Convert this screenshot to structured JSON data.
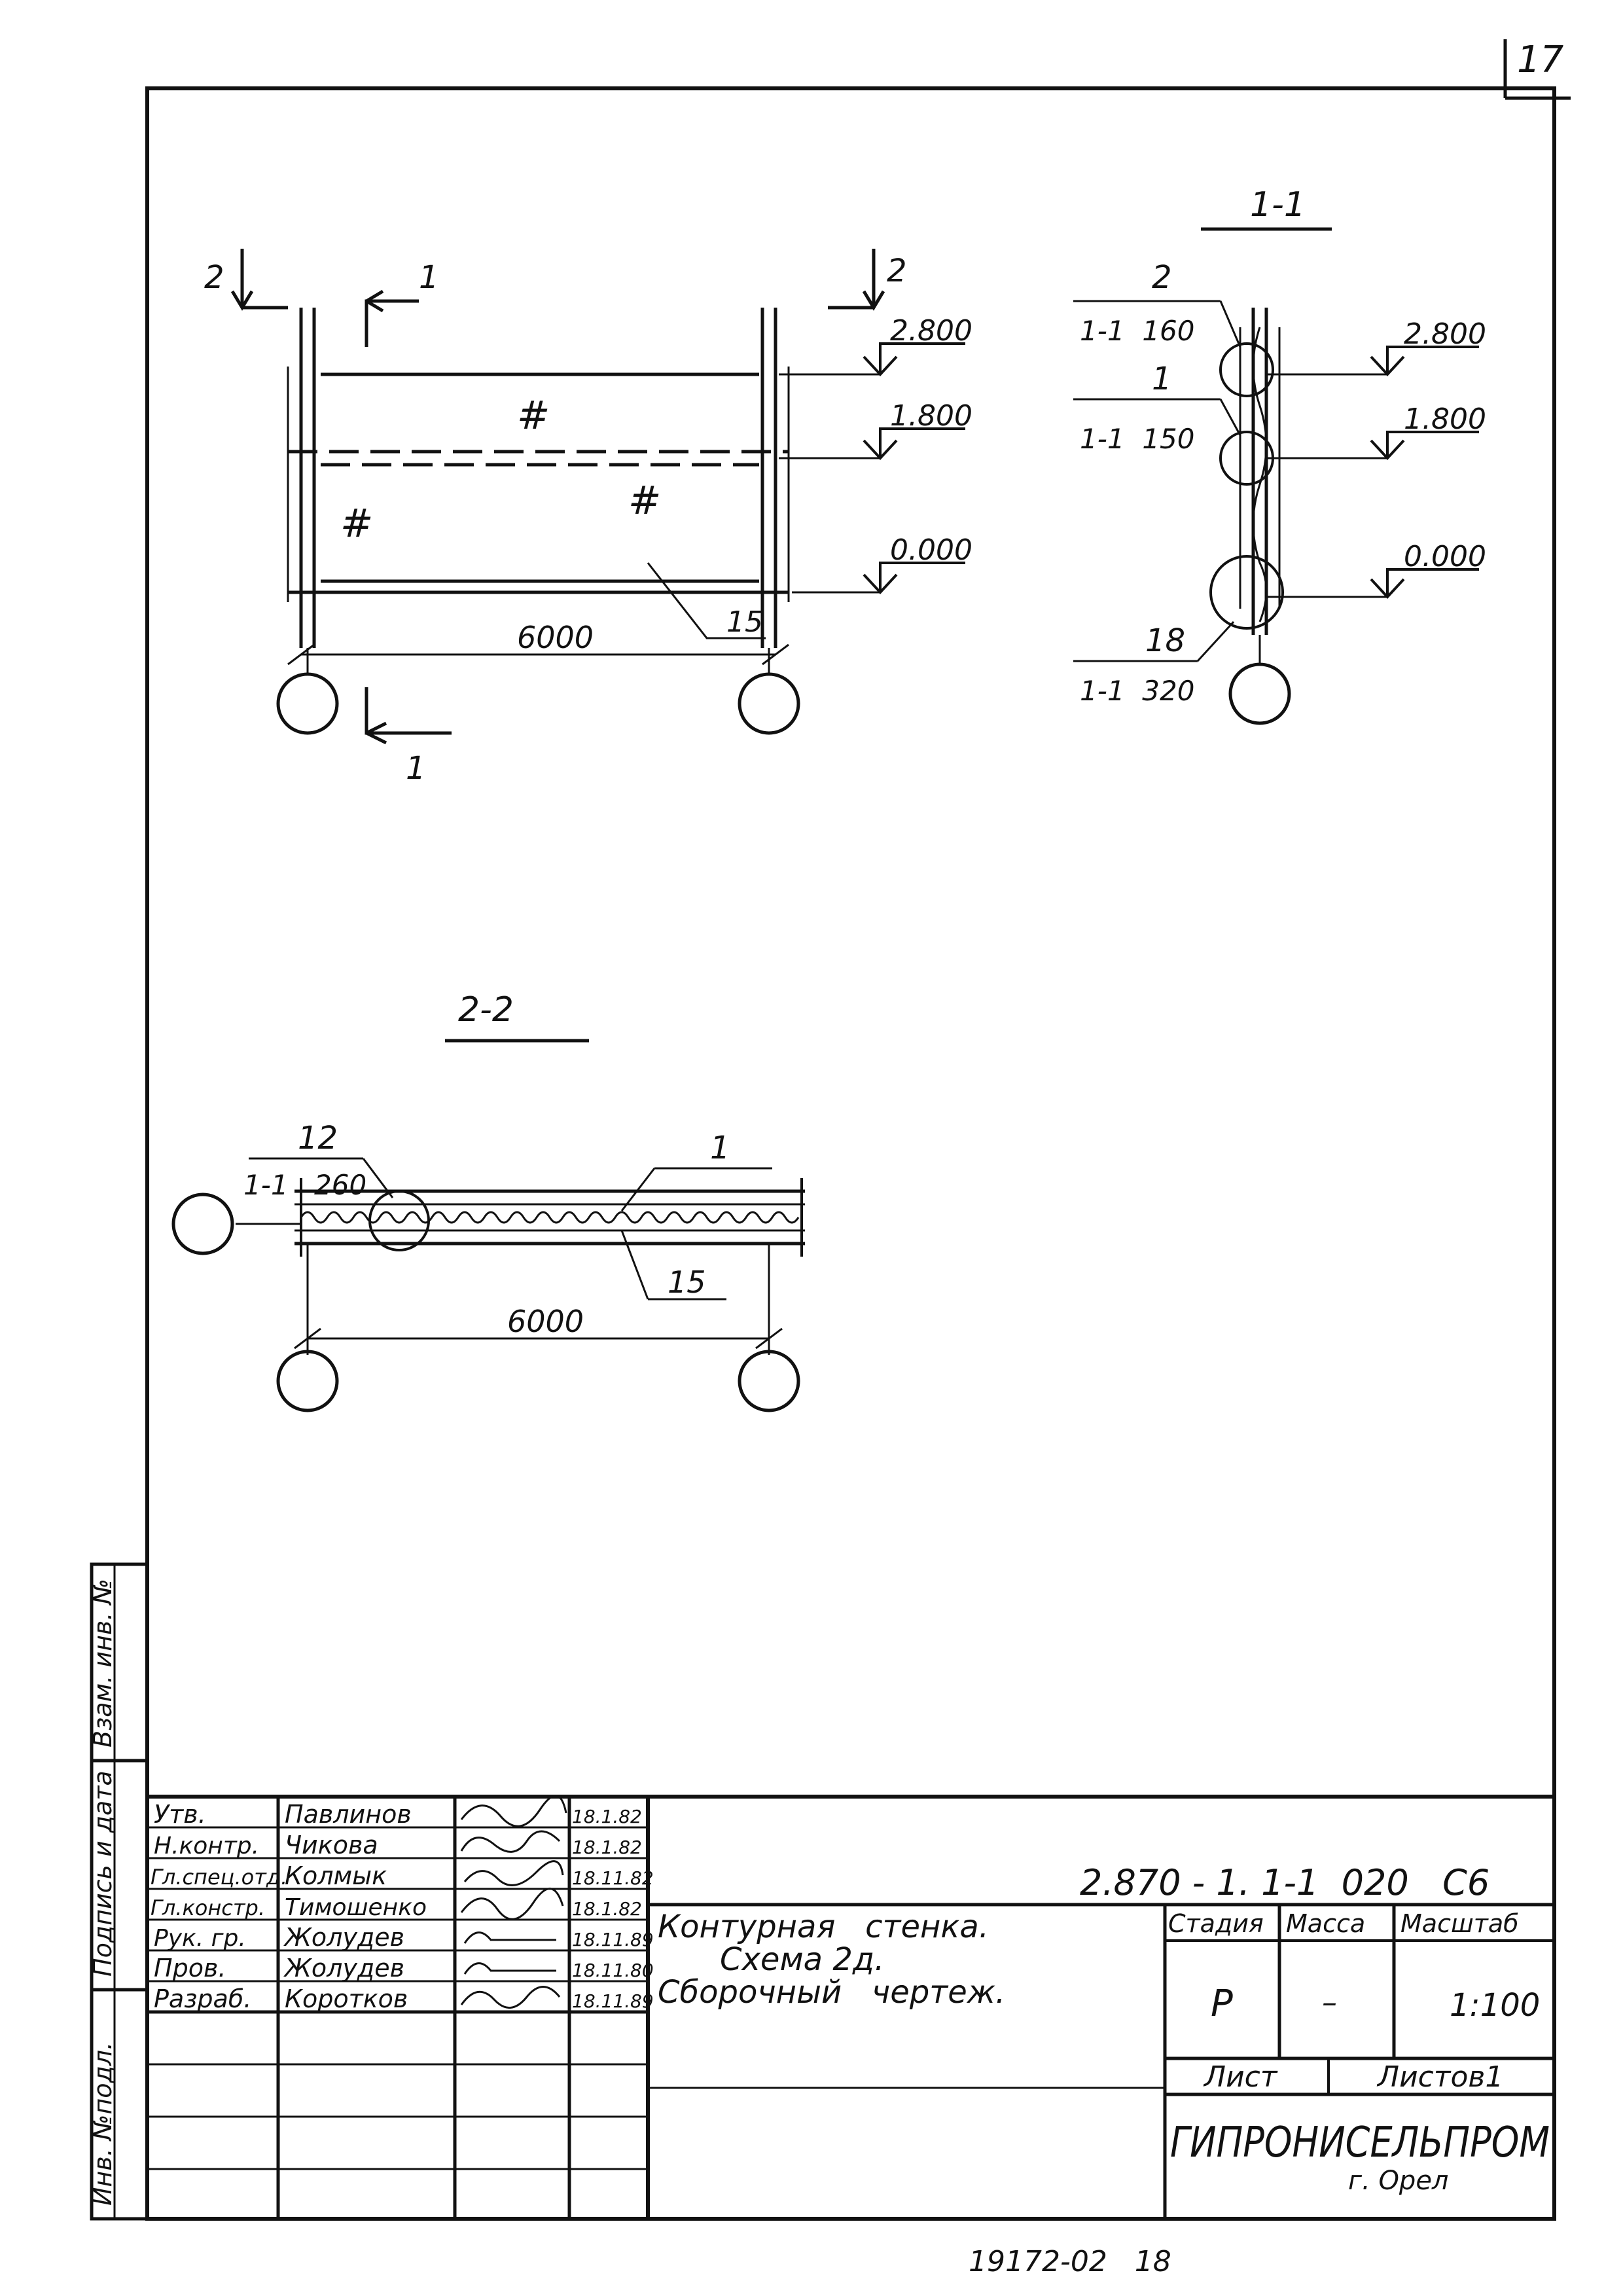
{
  "page_number": "17",
  "section_labels": {
    "s11": "1-1",
    "s22": "2-2"
  },
  "section_markers": {
    "cut2": "2",
    "cut1": "1"
  },
  "elevation_view": {
    "levels": [
      "2.800",
      "1.800",
      "0.000"
    ],
    "dimension": "6000",
    "leader_15": "15",
    "hatch_marks": [
      "#",
      "#",
      "#"
    ]
  },
  "section_1_1": {
    "levels": [
      "2.800",
      "1.800",
      "0.000"
    ],
    "callouts": [
      {
        "num": "2",
        "ref": "1-1  160"
      },
      {
        "num": "1",
        "ref": "1-1  150"
      },
      {
        "num": "18",
        "ref": "1-1  320"
      }
    ]
  },
  "section_2_2": {
    "callout_12": {
      "num": "12",
      "ref_a": "1-1",
      "ref_b": "260"
    },
    "leader_1": "1",
    "leader_15": "15",
    "dimension": "6000"
  },
  "side_stamp": {
    "col1": "Инв. №подл.",
    "col2": "Подпись и дата",
    "col3": "Взам. инв. №"
  },
  "title_block": {
    "signers": [
      {
        "role": "Утв.",
        "name": "Павлинов",
        "date": "18.1.82"
      },
      {
        "role": "Н.контр.",
        "name": "Чикова",
        "date": "18.1.82"
      },
      {
        "role": "Гл.спец.отд.",
        "name": "Колмык",
        "date": "18.11.82"
      },
      {
        "role": "Гл.констр.",
        "name": "Тимошенко",
        "date": "18.1.82"
      },
      {
        "role": "Рук. гр.",
        "name": "Жолудев",
        "date": "18.11.89"
      },
      {
        "role": "Пров.",
        "name": "Жолудев",
        "date": "18.11.80"
      },
      {
        "role": "Разраб.",
        "name": "Коротков",
        "date": "18.11.89"
      }
    ],
    "designation": "2.870 - 1. 1-1  020   С6",
    "title_lines": [
      "Контурная   стенка.",
      "Схема 2д.",
      "Сборочный   чертеж."
    ],
    "headers": {
      "stage": "Стадия",
      "mass": "Масса",
      "scale": "Масштаб"
    },
    "values": {
      "stage": "Р",
      "mass": "–",
      "scale": "1:100"
    },
    "sheet_label": "Лист",
    "sheets_label": "Листов1",
    "org": "ГИПРОНИСЕЛЬПРОМ",
    "city": "г. Орел"
  },
  "archive_number": "19172-02   18"
}
